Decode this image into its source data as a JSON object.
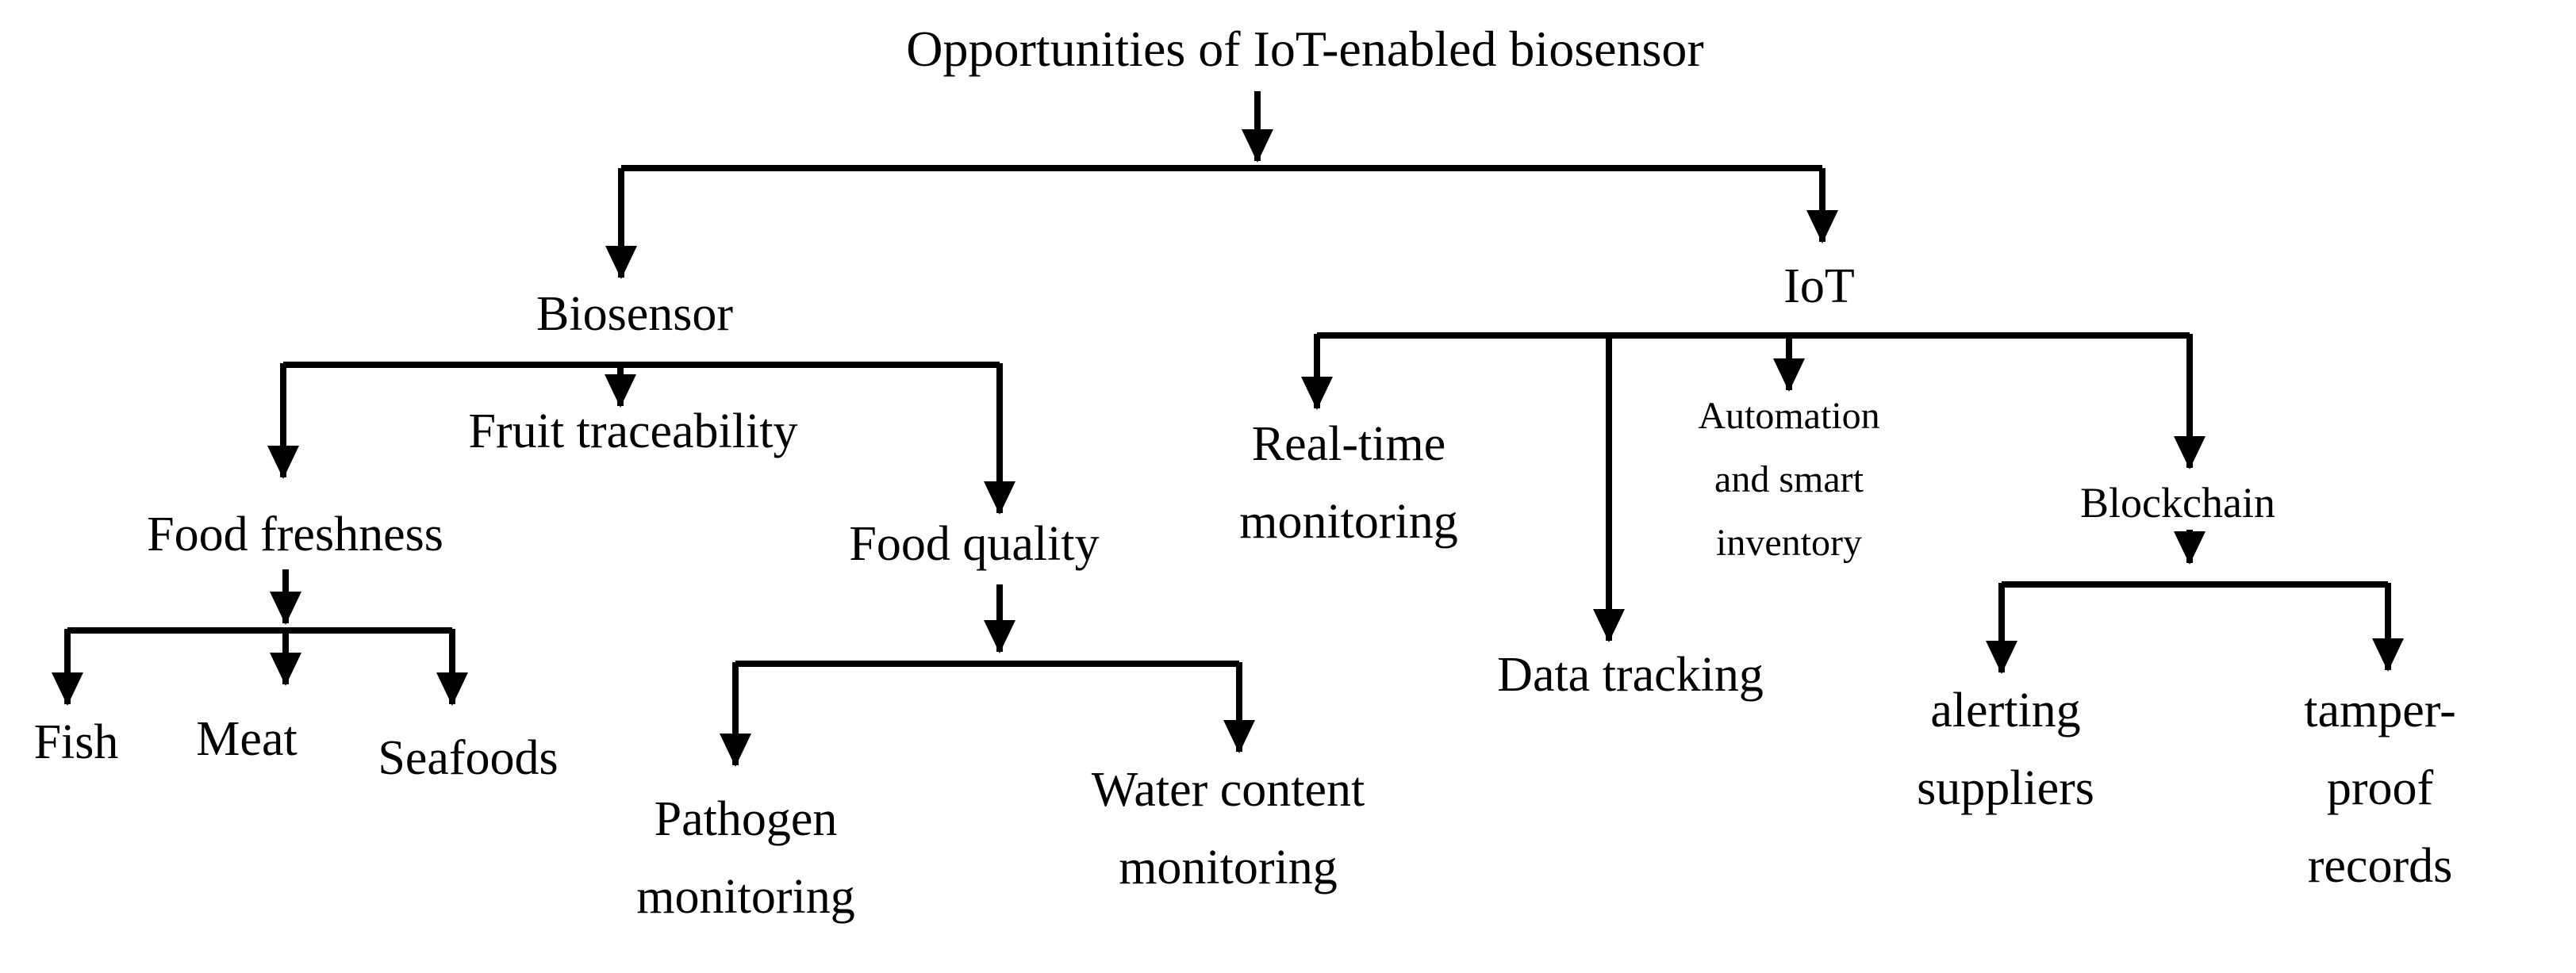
{
  "figure": {
    "title": "Opportunities of IoT-enabled biosensor",
    "colors": {
      "background": "#ffffff",
      "stroke": "#000000",
      "text": "#000000"
    },
    "nodes": {
      "root": {
        "label": "Opportunities of IoT-enabled biosensor"
      },
      "biosensor": {
        "label": "Biosensor"
      },
      "fruit_traceability": {
        "label": "Fruit traceability"
      },
      "food_freshness": {
        "label": "Food freshness"
      },
      "fish": {
        "label": "Fish"
      },
      "meat": {
        "label": "Meat"
      },
      "seafoods": {
        "label": "Seafoods"
      },
      "food_quality": {
        "label": "Food quality"
      },
      "pathogen_monitoring": {
        "label": "Pathogen\nmonitoring"
      },
      "water_content_monitoring": {
        "label": "Water content\nmonitoring"
      },
      "iot": {
        "label": "IoT"
      },
      "real_time_monitoring": {
        "label": "Real-time\nmonitoring"
      },
      "data_tracking": {
        "label": "Data tracking"
      },
      "automation_smart_inventory": {
        "label": "Automation\nand smart\ninventory"
      },
      "blockchain": {
        "label": "Blockchain"
      },
      "alerting_suppliers": {
        "label": "alerting\nsuppliers"
      },
      "tamper_proof_records": {
        "label": "tamper-proof\nrecords"
      }
    },
    "tree": {
      "Opportunities of IoT-enabled biosensor": {
        "Biosensor": {
          "Food freshness": [
            "Fish",
            "Meat",
            "Seafoods"
          ],
          "Fruit traceability": [],
          "Food quality": [
            "Pathogen monitoring",
            "Water content monitoring"
          ]
        },
        "IoT": {
          "Real-time monitoring": [],
          "Data tracking": [],
          "Automation and smart inventory": [],
          "Blockchain": [
            "alerting suppliers",
            "tamper-proof records"
          ]
        }
      }
    }
  }
}
